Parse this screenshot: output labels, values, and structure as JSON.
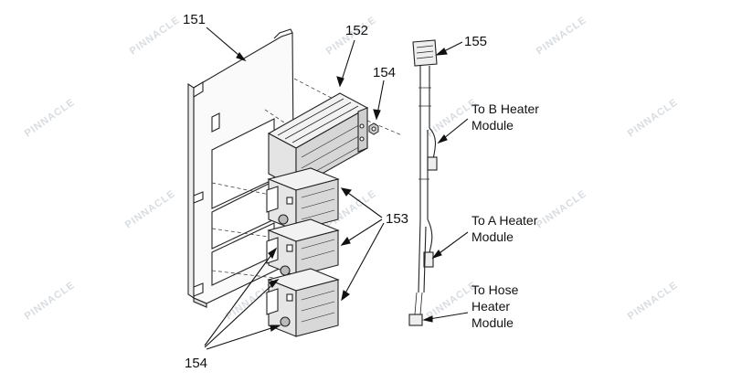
{
  "watermark": "PINNACLE",
  "callouts": {
    "c151": "151",
    "c152": "152",
    "c153": "153",
    "c154_top": "154",
    "c154_bottom": "154",
    "c155": "155"
  },
  "connector_labels": {
    "b_line1": "To B Heater",
    "b_line2": "Module",
    "a_line1": "To A Heater",
    "a_line2": "Module",
    "hose_line1": "To Hose",
    "hose_line2": "Heater",
    "hose_line3": "Module"
  }
}
